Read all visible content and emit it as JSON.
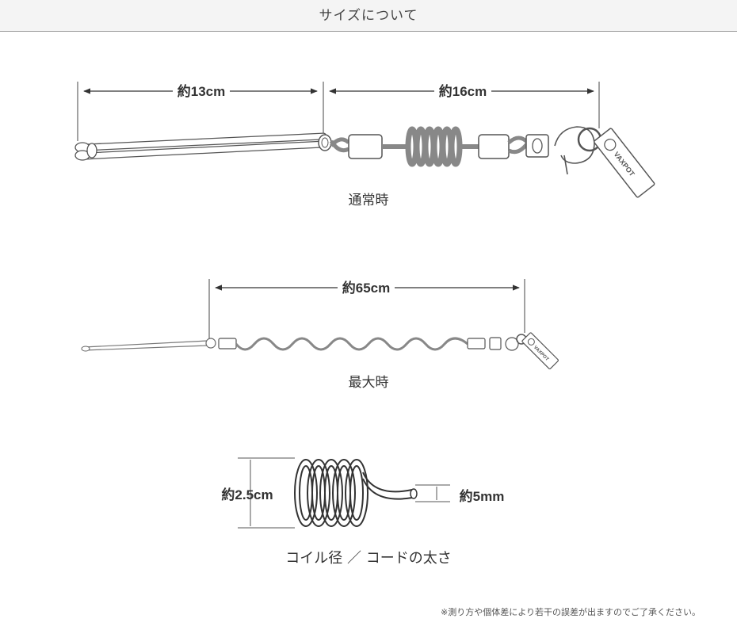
{
  "header": {
    "title": "サイズについて"
  },
  "normal": {
    "left_length": "約13cm",
    "right_length": "約16cm",
    "caption": "通常時",
    "tag_brand": "VAXPOT"
  },
  "max": {
    "length": "約65cm",
    "caption": "最大時",
    "tag_brand": "VAXPOT"
  },
  "coil": {
    "diameter": "約2.5cm",
    "thickness": "約5mm",
    "caption": "コイル径 ／ コードの太さ"
  },
  "footnote": "※測り方や個体差により若干の誤差が出ますのでご了承ください。"
}
